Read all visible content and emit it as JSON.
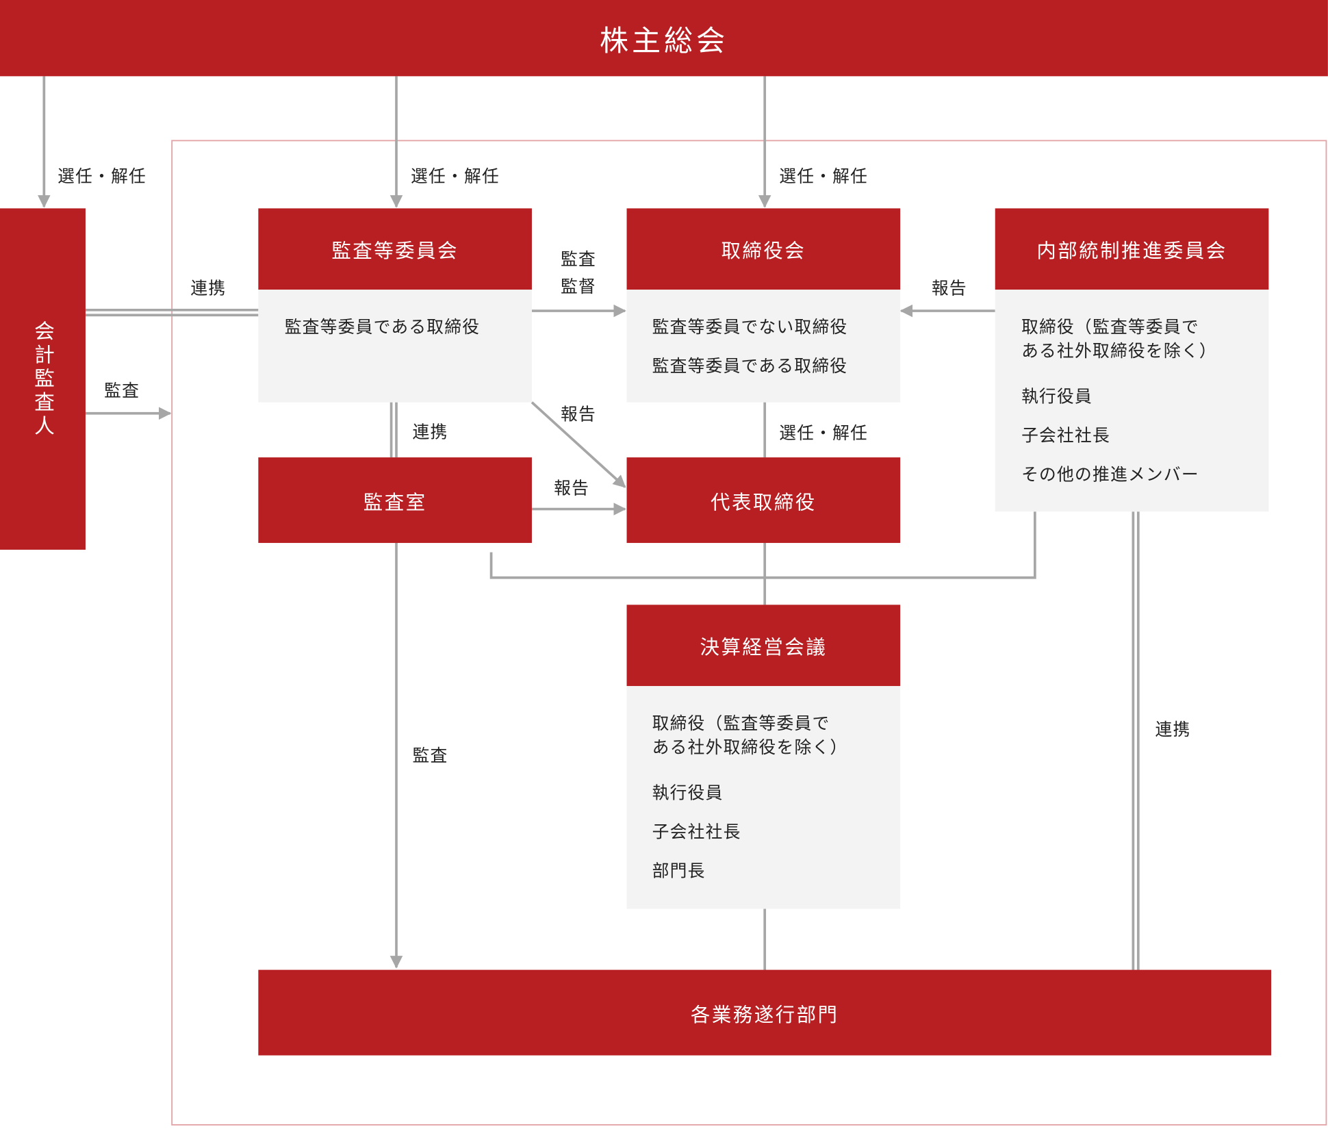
{
  "title": "株主総会",
  "accounting_auditor": "会計監査人",
  "committee": {
    "title": "監査等委員会",
    "members": [
      "監査等委員である取締役"
    ]
  },
  "board": {
    "title": "取締役会",
    "members": [
      "監査等委員でない取締役",
      "監査等委員である取締役"
    ]
  },
  "internal_control": {
    "title": "内部統制推進委員会",
    "members": [
      "取締役（監査等委員で",
      "ある社外取締役を除く）",
      "執行役員",
      "子会社社長",
      "その他の推進メンバー"
    ]
  },
  "audit_office": {
    "title": "監査室"
  },
  "ceo": {
    "title": "代表取締役"
  },
  "settlement_meeting": {
    "title": "決算経営会議",
    "members": [
      "取締役（監査等委員で",
      "ある社外取締役を除く）",
      "執行役員",
      "子会社社長",
      "部門長"
    ]
  },
  "departments": {
    "title": "各業務遂行部門"
  },
  "labels": {
    "elect1": "選任・解任",
    "elect2": "選任・解任",
    "elect3": "選任・解任",
    "elect4": "選任・解任",
    "cooperation1": "連携",
    "cooperation2": "連携",
    "cooperation3": "連携",
    "audit1": "監査",
    "audit2": "監査",
    "audit_supervise_1": "監査",
    "audit_supervise_2": "監督",
    "report1": "報告",
    "report2": "報告",
    "report3": "報告"
  },
  "colors": {
    "accent": "#b71f22",
    "panel": "#f3f3f3",
    "line": "#a6a6a6",
    "frame": "#e3a4a6"
  }
}
